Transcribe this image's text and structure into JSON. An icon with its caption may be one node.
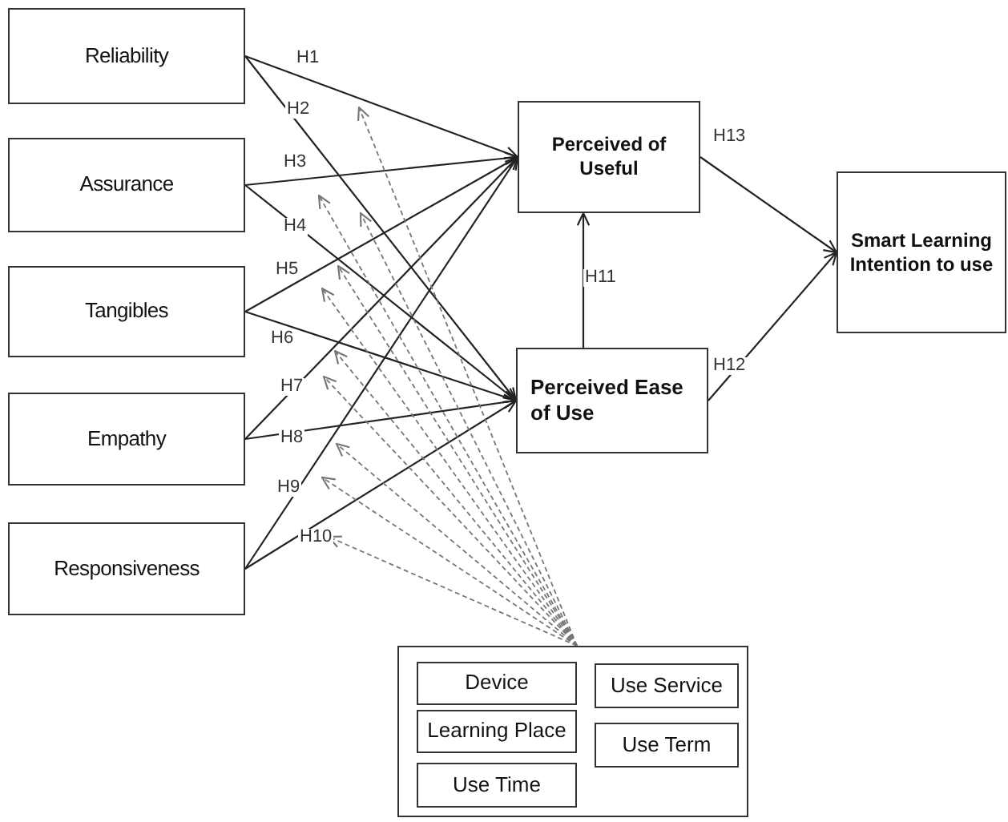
{
  "diagram": {
    "nodes": [
      {
        "text": [
          "Reliability"
        ]
      },
      {
        "text": [
          "Assurance"
        ]
      },
      {
        "text": [
          "Tangibles"
        ]
      },
      {
        "text": [
          "Empathy"
        ]
      },
      {
        "text": [
          "Responsiveness"
        ]
      },
      {
        "text": [
          "Perceived of Useful"
        ]
      },
      {
        "text": [
          "Perceived Ease of Use"
        ]
      },
      {
        "text": [
          "Smart Learning Intention to use"
        ]
      },
      {
        "text": [],
        "shape": "box"
      },
      {
        "text": [
          "Device"
        ],
        "in": 8
      },
      {
        "text": [
          "Learning Place"
        ],
        "in": 8
      },
      {
        "text": [
          "Use Time"
        ],
        "in": 8
      },
      {
        "text": [
          "Use Service"
        ],
        "in": 8
      },
      {
        "text": [
          "Use Term"
        ],
        "in": 8
      }
    ],
    "edges": [
      {
        "from": 0,
        "to": 5,
        "arrow": "to",
        "label": "H1"
      },
      {
        "from": 0,
        "to": 6,
        "arrow": "to",
        "label": "H2"
      },
      {
        "from": 1,
        "to": 5,
        "arrow": "to",
        "label": "H3"
      },
      {
        "from": 1,
        "to": 6,
        "arrow": "to",
        "label": "H4"
      },
      {
        "from": 2,
        "to": 5,
        "arrow": "to",
        "label": "H5"
      },
      {
        "from": 2,
        "to": 6,
        "arrow": "to",
        "label": "H6"
      },
      {
        "from": 3,
        "to": 5,
        "arrow": "to",
        "label": "H7"
      },
      {
        "from": 3,
        "to": 6,
        "arrow": "to",
        "label": "H8"
      },
      {
        "from": 4,
        "to": 5,
        "arrow": "to",
        "label": "H9"
      },
      {
        "from": 4,
        "to": 6,
        "arrow": "to",
        "label": "H10"
      },
      {
        "from": 6,
        "to": 5,
        "arrow": "to",
        "label": "H11"
      },
      {
        "from": 6,
        "to": 7,
        "arrow": "to",
        "label": "H12"
      },
      {
        "from": 5,
        "to": 7,
        "arrow": "to",
        "label": "H13"
      },
      {
        "from": 8,
        "to": null,
        "arrow": "to",
        "style": "dashed",
        "color": "#777777"
      },
      {
        "from": 8,
        "to": null,
        "arrow": "to",
        "style": "dashed",
        "color": "#777777"
      },
      {
        "from": 8,
        "to": null,
        "arrow": "to",
        "style": "dashed",
        "color": "#777777"
      },
      {
        "from": 8,
        "to": null,
        "arrow": "to",
        "style": "dashed",
        "color": "#777777"
      },
      {
        "from": 8,
        "to": null,
        "arrow": "to",
        "style": "dashed",
        "color": "#777777"
      },
      {
        "from": 8,
        "to": null,
        "arrow": "to",
        "style": "dashed",
        "color": "#777777"
      },
      {
        "from": 8,
        "to": null,
        "arrow": "to",
        "style": "dashed",
        "color": "#777777"
      },
      {
        "from": 8,
        "to": null,
        "arrow": "to",
        "style": "dashed",
        "color": "#777777"
      },
      {
        "from": 8,
        "to": null,
        "arrow": "to",
        "style": "dashed",
        "color": "#777777"
      },
      {
        "from": 8,
        "to": null,
        "arrow": "to",
        "style": "dashed",
        "color": "#777777"
      }
    ]
  }
}
